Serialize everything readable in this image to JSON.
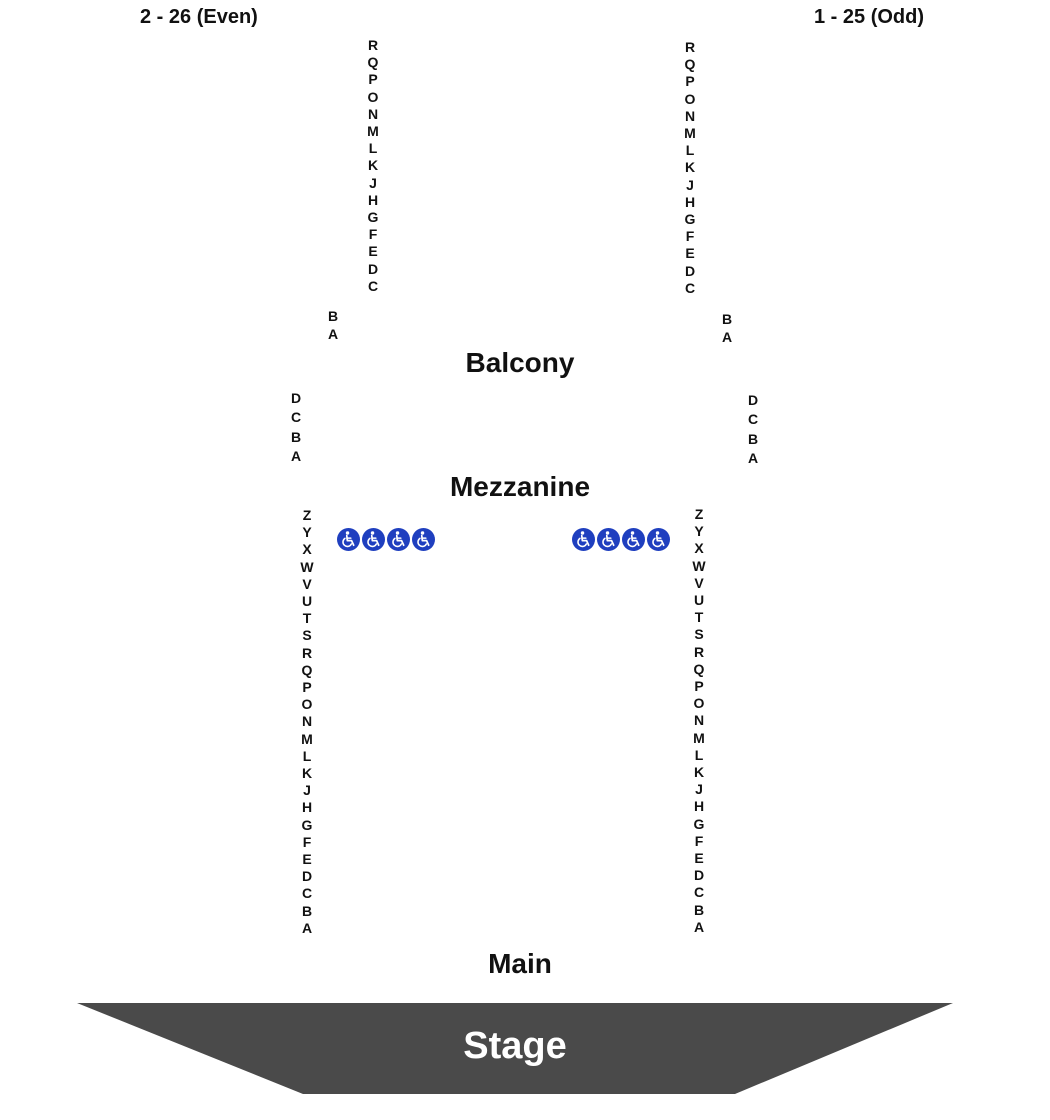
{
  "seat_ranges": {
    "left": "2 - 26 (Even)",
    "right": "1 - 25 (Odd)"
  },
  "sections": {
    "balcony": "Balcony",
    "mezzanine": "Mezzanine",
    "main": "Main",
    "stage": "Stage"
  },
  "rows": {
    "balcony_upper": [
      "R",
      "Q",
      "P",
      "O",
      "N",
      "M",
      "L",
      "K",
      "J",
      "H",
      "G",
      "F",
      "E",
      "D",
      "C"
    ],
    "balcony_front": [
      "B",
      "A"
    ],
    "mezzanine": [
      "D",
      "C",
      "B",
      "A"
    ],
    "main": [
      "Z",
      "Y",
      "X",
      "W",
      "V",
      "U",
      "T",
      "S",
      "R",
      "Q",
      "P",
      "O",
      "N",
      "M",
      "L",
      "K",
      "J",
      "H",
      "G",
      "F",
      "E",
      "D",
      "C",
      "B",
      "A"
    ]
  },
  "accessibility": {
    "icon": "wheelchair-icon",
    "left_count": 4,
    "right_count": 4,
    "color": "#1f3fbf"
  },
  "colors": {
    "stage": "#4a4a4a",
    "stage_text": "#ffffff"
  }
}
